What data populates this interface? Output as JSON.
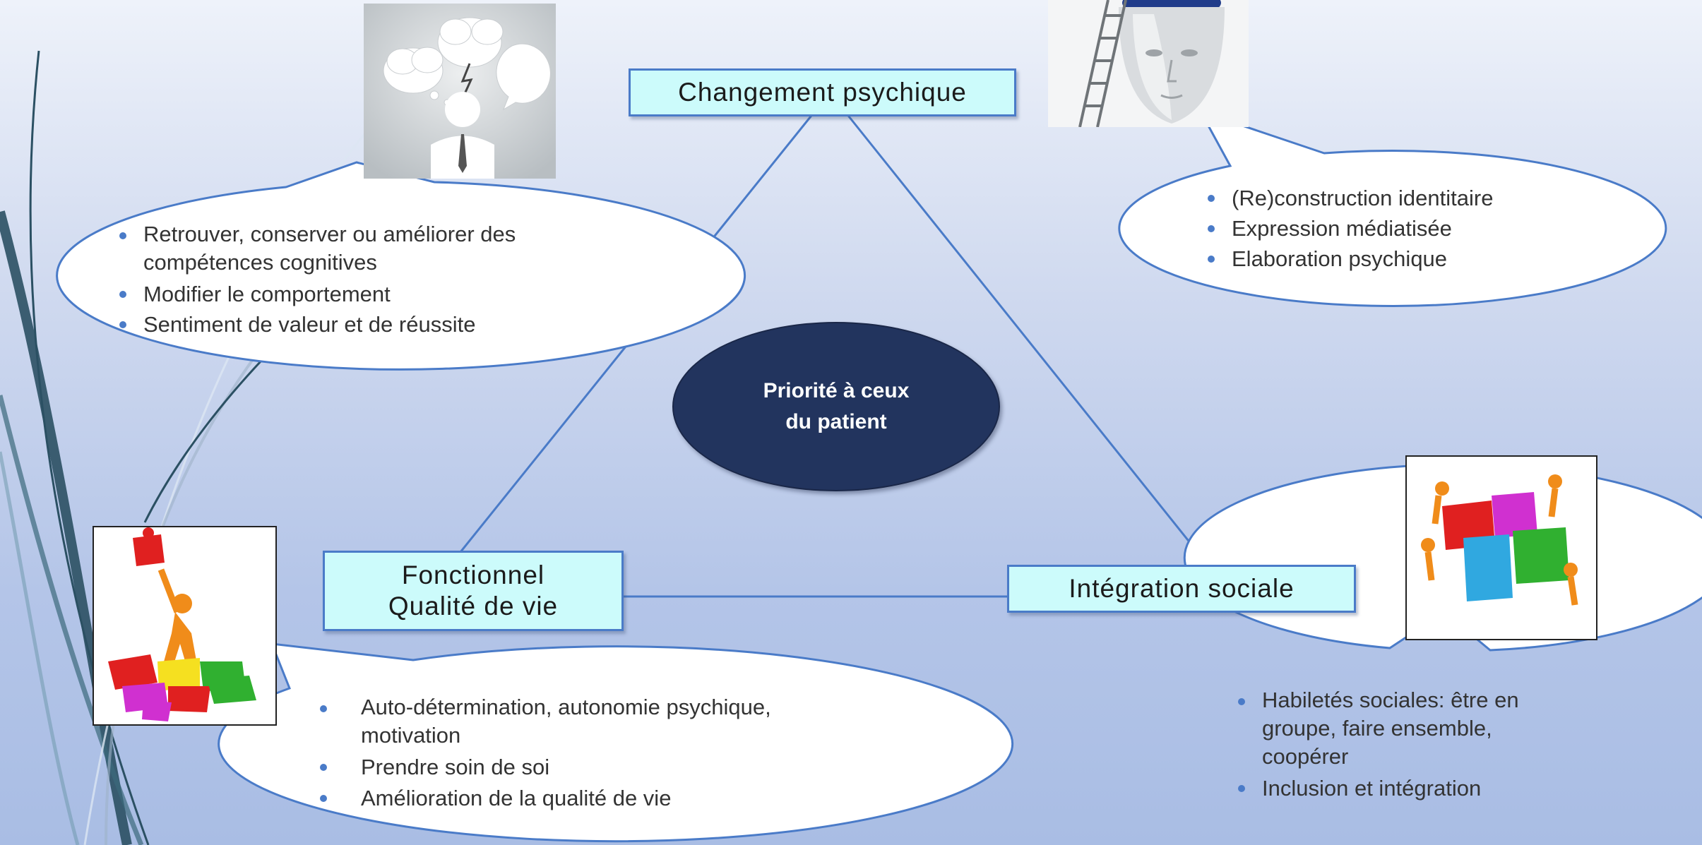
{
  "diagram": {
    "top_node": "Changement psychique",
    "left_node_lines": [
      "Fonctionnel",
      "Qualité de vie"
    ],
    "right_node": "Intégration sociale",
    "center_lines": [
      "Priorité à ceux",
      "du patient"
    ]
  },
  "callouts": {
    "top_left": [
      "Retrouver, conserver ou améliorer des compétences cognitives",
      "Modifier le comportement",
      "Sentiment de valeur et de réussite"
    ],
    "top_right": [
      "(Re)construction identitaire",
      "Expression médiatisée",
      "Elaboration psychique"
    ],
    "bottom_left": [
      "Auto-détermination, autonomie psychique, motivation",
      "Prendre soin de soi",
      "Amélioration de la qualité de vie"
    ],
    "bottom_right": [
      "Habiletés sociales: être en groupe, faire ensemble, coopérer",
      "Inclusion et intégration"
    ]
  },
  "images": {
    "top_left": "person-thought-bubbles-icon",
    "top_right": "head-ladder-icon",
    "bottom_left": "puzzle-person-icon",
    "bottom_right": "puzzle-team-icon"
  },
  "colors": {
    "node_fill": "#ccfbfb",
    "stroke": "#4a7bc8",
    "center_fill": "#22345e"
  }
}
